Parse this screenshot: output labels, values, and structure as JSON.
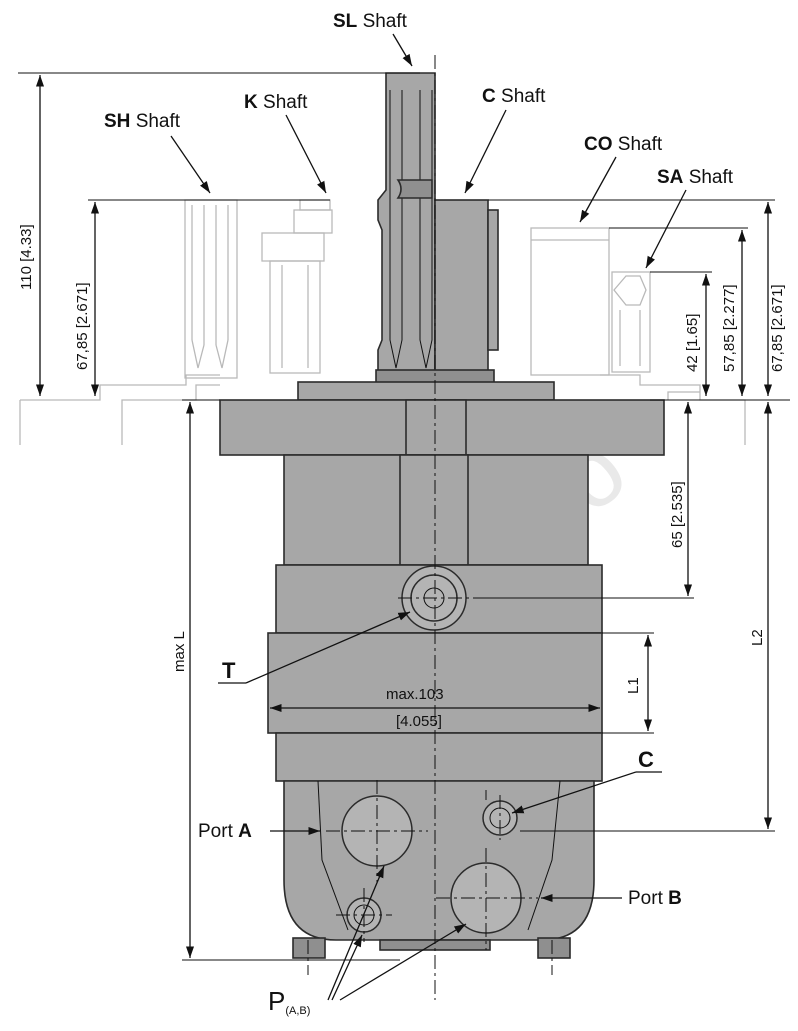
{
  "watermark": "www.hyo",
  "shafts": {
    "sl": {
      "code": "SL",
      "word": "Shaft"
    },
    "sh": {
      "code": "SH",
      "word": "Shaft"
    },
    "k": {
      "code": "K",
      "word": "Shaft"
    },
    "c": {
      "code": "C",
      "word": "Shaft"
    },
    "co": {
      "code": "CO",
      "word": "Shaft"
    },
    "sa": {
      "code": "SA",
      "word": "Shaft"
    }
  },
  "dimensions": {
    "d110": "110 [4.33]",
    "d6785_left": "67,85 [2.671]",
    "d6785_right": "67,85 [2.671]",
    "d5785": "57,85 [2.277]",
    "d42": "42 [1.65]",
    "d65": "65 [2.535]",
    "max_l": "max L",
    "l1": "L1",
    "l2": "L2",
    "width_top": "max.103",
    "width_bottom": "[4.055]"
  },
  "ports": {
    "t": "T",
    "c": "C",
    "port_a_word": "Port",
    "port_a_letter": "A",
    "port_b_word": "Port",
    "port_b_letter": "B",
    "p_main": "P",
    "p_sub": "(A,B)"
  }
}
